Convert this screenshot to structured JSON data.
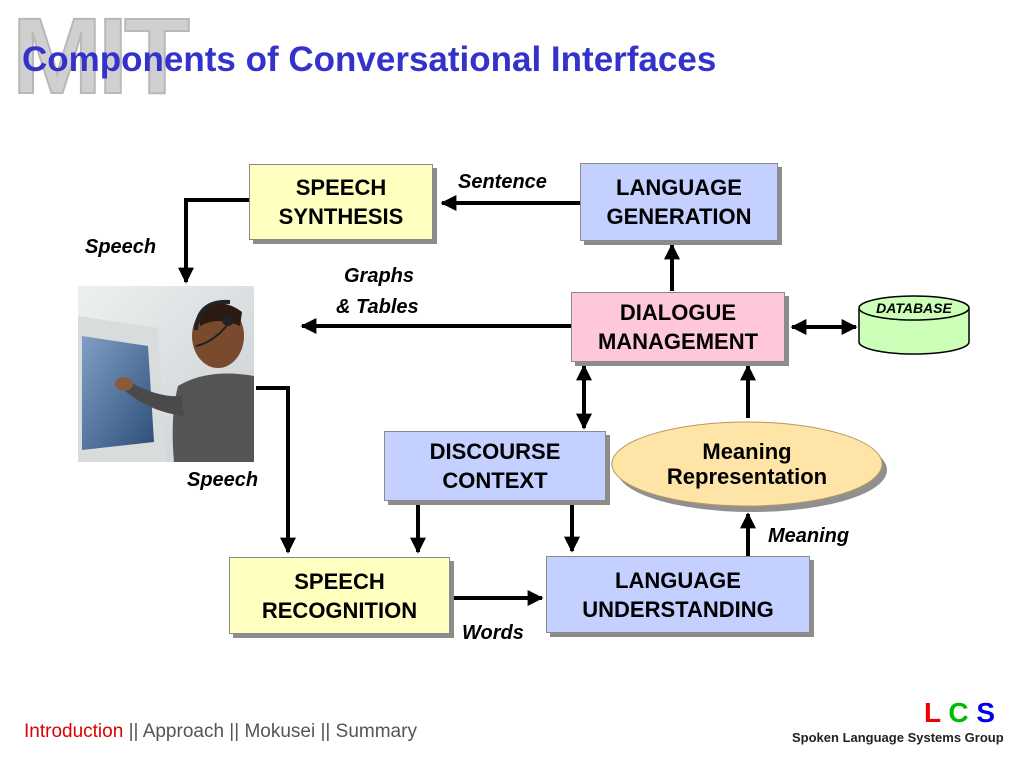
{
  "header": {
    "logo_text": "MIT",
    "title": "Components of Conversational Interfaces"
  },
  "diagram": {
    "boxes": {
      "speech_synthesis": "SPEECH\nSYNTHESIS",
      "language_generation": "LANGUAGE\nGENERATION",
      "dialogue_management": "DIALOGUE\nMANAGEMENT",
      "database": "DATABASE",
      "discourse_context": "DISCOURSE\nCONTEXT",
      "meaning_representation": "Meaning\nRepresentation",
      "speech_recognition": "SPEECH\nRECOGNITION",
      "language_understanding": "LANGUAGE\nUNDERSTANDING"
    },
    "labels": {
      "sentence": "Sentence",
      "speech_top": "Speech",
      "graphs": "Graphs",
      "tables": "& Tables",
      "speech_bottom": "Speech",
      "meaning": "Meaning",
      "words": "Words"
    }
  },
  "footer": {
    "nav": {
      "introduction": "Introduction",
      "separator": " || ",
      "approach": "Approach",
      "mokusei": "Mokusei",
      "summary": "Summary"
    },
    "lcs": {
      "l": "L",
      "c": "C",
      "s": "S"
    },
    "lcs_subtitle": "Spoken Language Systems Group",
    "colors": {
      "l": "#ee0000",
      "c": "#00bb00",
      "s": "#0000ee"
    }
  }
}
